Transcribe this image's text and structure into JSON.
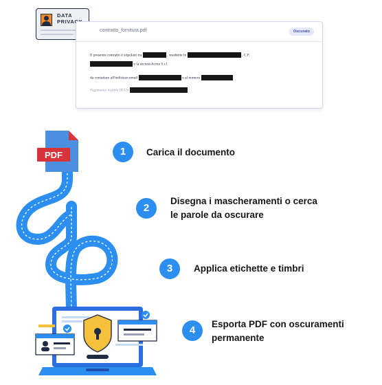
{
  "id_card": {
    "line1": "DATA",
    "line2": "PRIVACY"
  },
  "document": {
    "filename": "contratto_fornitura.pdf",
    "status_badge": "Oscurato",
    "line1_a": "Il presente contratto è stipulato tra",
    "line1_b": ", residente in",
    "line1_c": ", C.F.",
    "line2_a": "e la società Acme S.r.l.",
    "line3_a": "da contattare all'indirizzo email",
    "line3_b": "o al numero",
    "line4_a": "Pagamento tramite IBAN"
  },
  "pdf_icon": {
    "label": "PDF"
  },
  "steps": [
    {
      "number": "1",
      "line1": "Carica il documento",
      "line2": ""
    },
    {
      "number": "2",
      "line1": "Disegna i mascheramenti o cerca",
      "line2": "le parole da oscurare"
    },
    {
      "number": "3",
      "line1": "Applica etichette e timbri",
      "line2": ""
    },
    {
      "number": "4",
      "line1": "Esporta PDF con oscuramenti",
      "line2": "permanente"
    }
  ],
  "colors": {
    "accent_blue": "#2c8ff0",
    "pdf_red": "#d8323b",
    "navy": "#1f2a44",
    "shield_yellow": "#f6c13a"
  }
}
